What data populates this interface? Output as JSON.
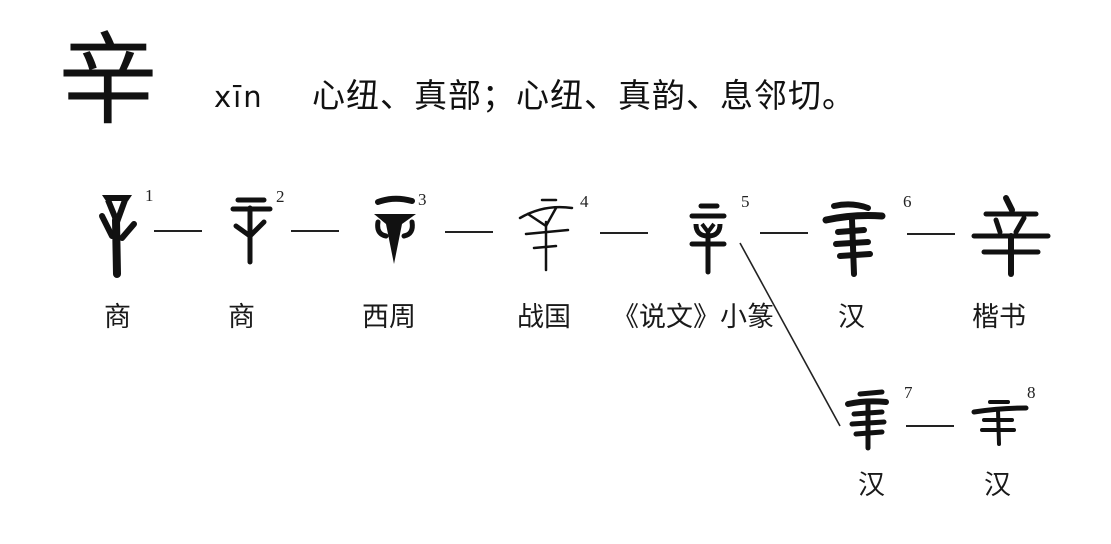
{
  "header": {
    "character": "辛",
    "pinyin": "xīn",
    "reading": "心纽、真部；心纽、真韵、息邻切。"
  },
  "evolution": {
    "forms": [
      {
        "index": "1",
        "period": "商",
        "script": "oracle-bone"
      },
      {
        "index": "2",
        "period": "商",
        "script": "oracle-bone"
      },
      {
        "index": "3",
        "period": "西周",
        "script": "bronze"
      },
      {
        "index": "4",
        "period": "战国",
        "script": "warring-states"
      },
      {
        "index": "5",
        "period": "《说文》小篆",
        "script": "small-seal"
      },
      {
        "index": "6",
        "period": "汉",
        "script": "clerical"
      },
      {
        "index": "7",
        "period": "汉",
        "script": "clerical-variant"
      },
      {
        "index": "8",
        "period": "汉",
        "script": "clerical-variant"
      }
    ],
    "final_form": {
      "character": "辛",
      "period": "楷书"
    },
    "connector": "—",
    "branch": {
      "from_index": "5",
      "to_index": "7"
    }
  },
  "colors": {
    "ink": "#111111",
    "background": "#ffffff"
  }
}
